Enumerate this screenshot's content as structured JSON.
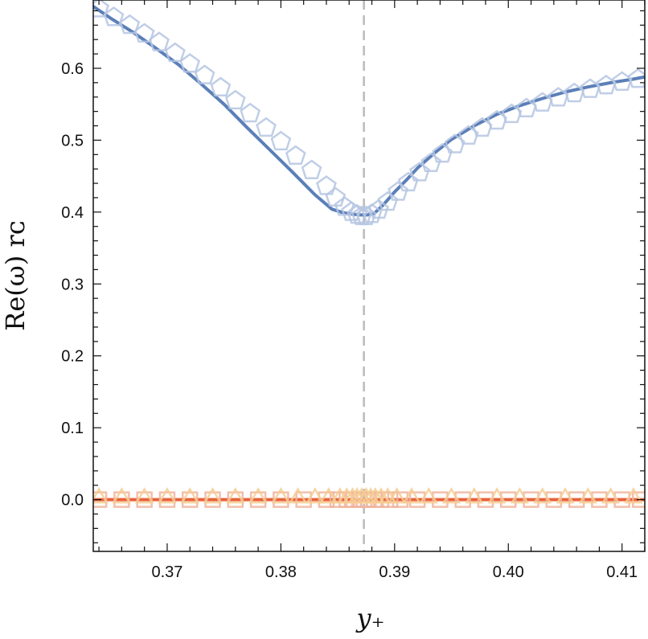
{
  "chart_data": {
    "type": "line",
    "xlabel": "y₊",
    "ylabel": "Re(ω) rᴄ",
    "xlim": [
      0.3635,
      0.412
    ],
    "ylim": [
      -0.072,
      0.695
    ],
    "x_ticks": [
      0.37,
      0.38,
      0.39,
      0.4,
      0.41
    ],
    "x_tick_labels": [
      "0.37",
      "0.38",
      "0.39",
      "0.40",
      "0.41"
    ],
    "y_ticks": [
      0.0,
      0.1,
      0.2,
      0.3,
      0.4,
      0.5,
      0.6
    ],
    "y_tick_labels": [
      "0.0",
      "0.1",
      "0.2",
      "0.3",
      "0.4",
      "0.5",
      "0.6"
    ],
    "vertical_reference_line": {
      "x": 0.3873,
      "style": "dashed",
      "color": "#bbbbbb"
    },
    "grid": false,
    "series": [
      {
        "kind": "line",
        "color": "#5b7fb8",
        "x": [
          0.3635,
          0.365,
          0.367,
          0.369,
          0.371,
          0.373,
          0.375,
          0.377,
          0.379,
          0.381,
          0.383,
          0.3845,
          0.3855,
          0.3863,
          0.387,
          0.3876,
          0.3882,
          0.389,
          0.39,
          0.391,
          0.392,
          0.3935,
          0.395,
          0.397,
          0.399,
          0.401,
          0.403,
          0.405,
          0.407,
          0.409,
          0.411,
          0.412
        ],
        "y": [
          0.686,
          0.67,
          0.65,
          0.628,
          0.605,
          0.578,
          0.55,
          0.518,
          0.487,
          0.456,
          0.424,
          0.404,
          0.399,
          0.397,
          0.396,
          0.396,
          0.398,
          0.41,
          0.428,
          0.444,
          0.461,
          0.482,
          0.501,
          0.52,
          0.536,
          0.548,
          0.558,
          0.567,
          0.574,
          0.58,
          0.585,
          0.588
        ]
      },
      {
        "kind": "markers",
        "marker": "pentagon",
        "color": "#b5c6e2",
        "x": [
          0.364,
          0.3653,
          0.3667,
          0.368,
          0.3693,
          0.3707,
          0.372,
          0.3733,
          0.3747,
          0.376,
          0.3773,
          0.3787,
          0.38,
          0.3813,
          0.3827,
          0.384,
          0.3848,
          0.3856,
          0.3862,
          0.3867,
          0.3871,
          0.3875,
          0.388,
          0.3886,
          0.3894,
          0.3903,
          0.3912,
          0.3922,
          0.3932,
          0.3942,
          0.3953,
          0.3965,
          0.3977,
          0.399,
          0.4003,
          0.4016,
          0.403,
          0.4044,
          0.4058,
          0.4072,
          0.4086,
          0.41,
          0.4114
        ],
        "y": [
          0.683,
          0.671,
          0.66,
          0.648,
          0.636,
          0.621,
          0.606,
          0.59,
          0.573,
          0.555,
          0.537,
          0.517,
          0.498,
          0.478,
          0.458,
          0.436,
          0.42,
          0.407,
          0.4,
          0.396,
          0.394,
          0.394,
          0.397,
          0.403,
          0.414,
          0.428,
          0.441,
          0.455,
          0.468,
          0.481,
          0.494,
          0.506,
          0.517,
          0.527,
          0.536,
          0.544,
          0.552,
          0.559,
          0.565,
          0.571,
          0.576,
          0.581,
          0.585
        ]
      },
      {
        "kind": "line",
        "color": "#e8623a",
        "x": [
          0.3635,
          0.412
        ],
        "y": [
          0.0,
          0.0
        ]
      },
      {
        "kind": "markers",
        "marker": "square",
        "color": "#f0b49c",
        "x": [
          0.364,
          0.366,
          0.368,
          0.37,
          0.372,
          0.374,
          0.376,
          0.378,
          0.38,
          0.382,
          0.384,
          0.385,
          0.3858,
          0.3864,
          0.3869,
          0.3873,
          0.3877,
          0.3882,
          0.3888,
          0.3896,
          0.3905,
          0.392,
          0.394,
          0.396,
          0.398,
          0.4,
          0.402,
          0.404,
          0.406,
          0.408,
          0.41,
          0.4116
        ],
        "y": [
          0.0,
          0.0,
          0.0,
          0.0,
          0.0,
          0.0,
          0.0,
          0.0,
          0.0,
          0.0,
          0.0,
          0.0,
          0.0,
          0.0,
          0.0,
          0.0,
          0.0,
          0.0,
          0.0,
          0.0,
          0.0,
          0.0,
          0.0,
          0.0,
          0.0,
          0.0,
          0.0,
          0.0,
          0.0,
          0.0,
          0.0,
          0.0
        ]
      },
      {
        "kind": "markers",
        "marker": "triangle",
        "color": "#f6cc92",
        "x": [
          0.364,
          0.366,
          0.368,
          0.37,
          0.372,
          0.374,
          0.376,
          0.378,
          0.38,
          0.3815,
          0.383,
          0.3842,
          0.3852,
          0.3858,
          0.3863,
          0.3867,
          0.3871,
          0.3875,
          0.3879,
          0.3883,
          0.3888,
          0.3894,
          0.3902,
          0.3915,
          0.393,
          0.395,
          0.397,
          0.399,
          0.401,
          0.403,
          0.405,
          0.407,
          0.409,
          0.411
        ],
        "y": [
          0.0,
          0.0,
          0.0,
          0.0,
          0.0,
          0.0,
          0.0,
          0.0,
          0.0,
          0.0,
          0.0,
          0.0,
          0.0,
          0.0,
          0.0,
          0.0,
          0.0,
          0.0,
          0.0,
          0.0,
          0.0,
          0.0,
          0.0,
          0.0,
          0.0,
          0.0,
          0.0,
          0.0,
          0.0,
          0.0,
          0.0,
          0.0,
          0.0,
          0.0
        ]
      }
    ]
  }
}
